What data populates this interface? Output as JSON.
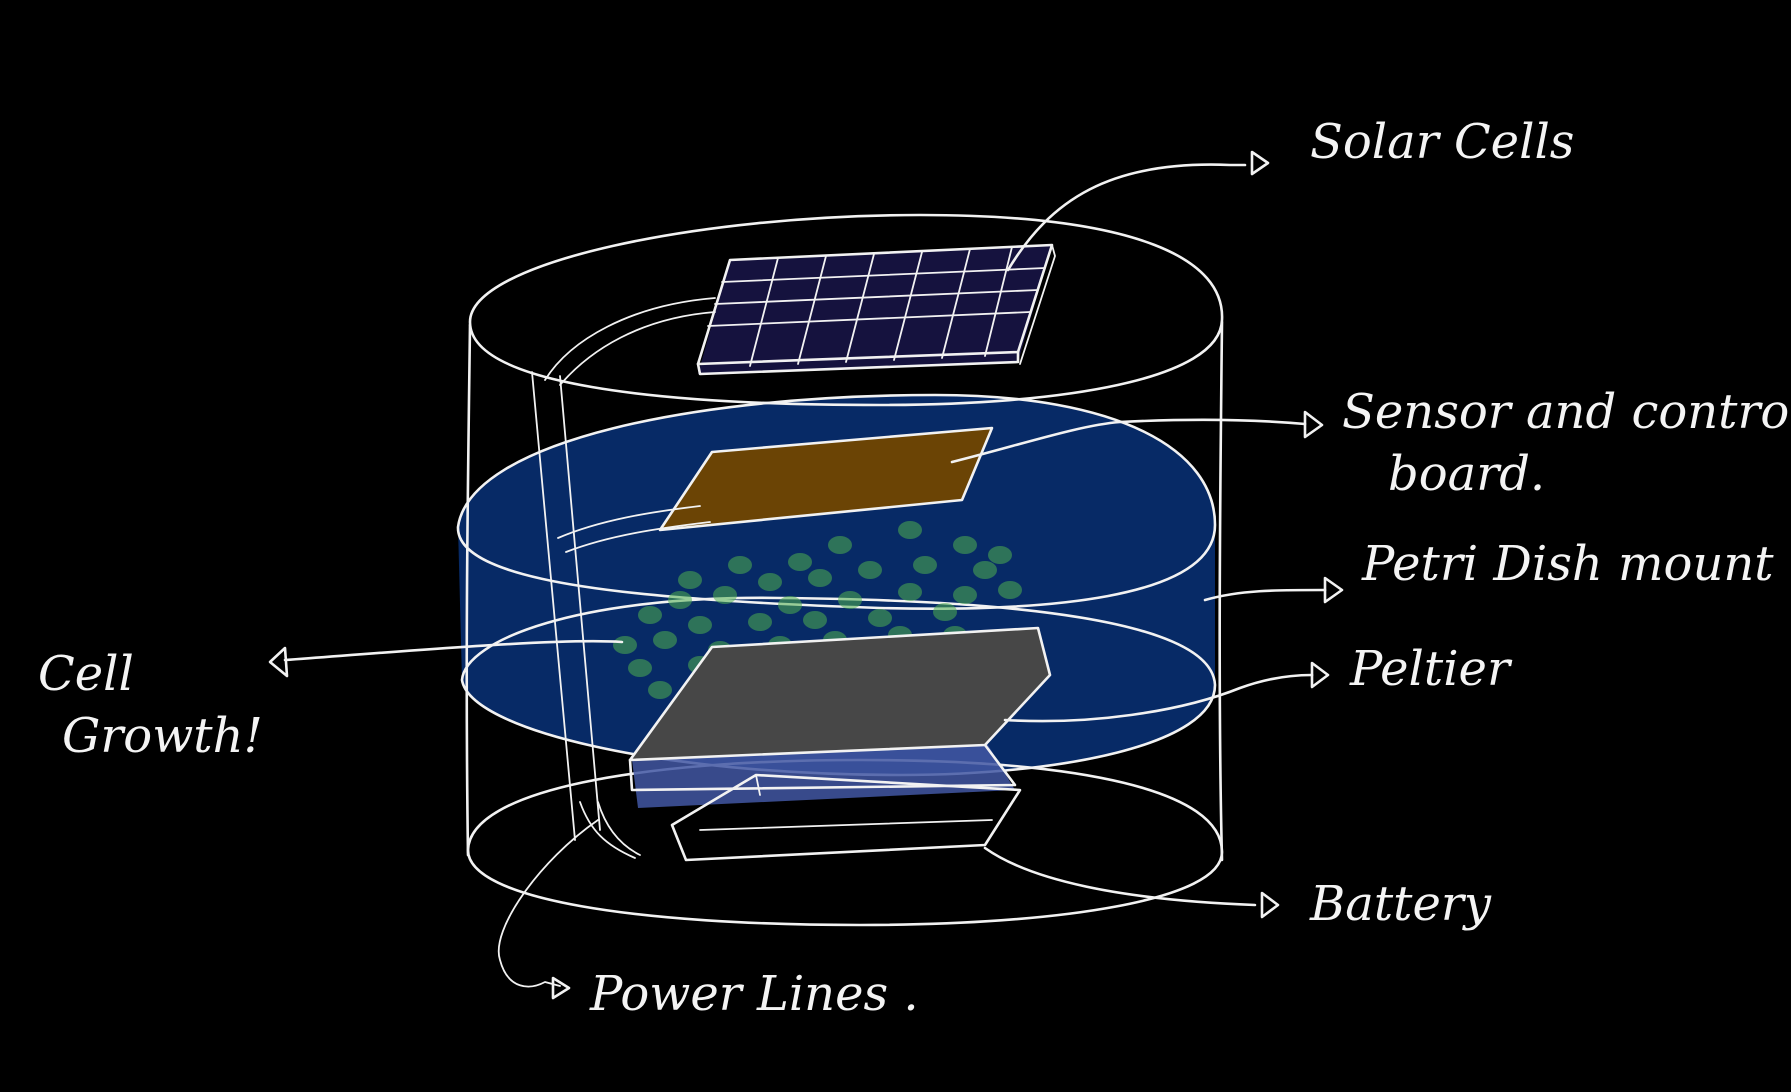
{
  "colors": {
    "background": "#000000",
    "line": "#f2f2f2",
    "solar_panel": "#15123e",
    "control_board": "#6b4405",
    "petri_dish": "#072a66",
    "peltier": "#474747",
    "peltier_edge": "#4257a3",
    "cells": "#4fae4f"
  },
  "labels": {
    "solar_cells": "Solar Cells",
    "sensor_board_line1": "Sensor and control",
    "sensor_board_line2": "board.",
    "petri_dish_mount": "Petri Dish mount",
    "peltier": "Peltier",
    "cell_growth_line1": "Cell",
    "cell_growth_line2": "Growth!",
    "battery": "Battery",
    "power_lines": "Power Lines ."
  }
}
